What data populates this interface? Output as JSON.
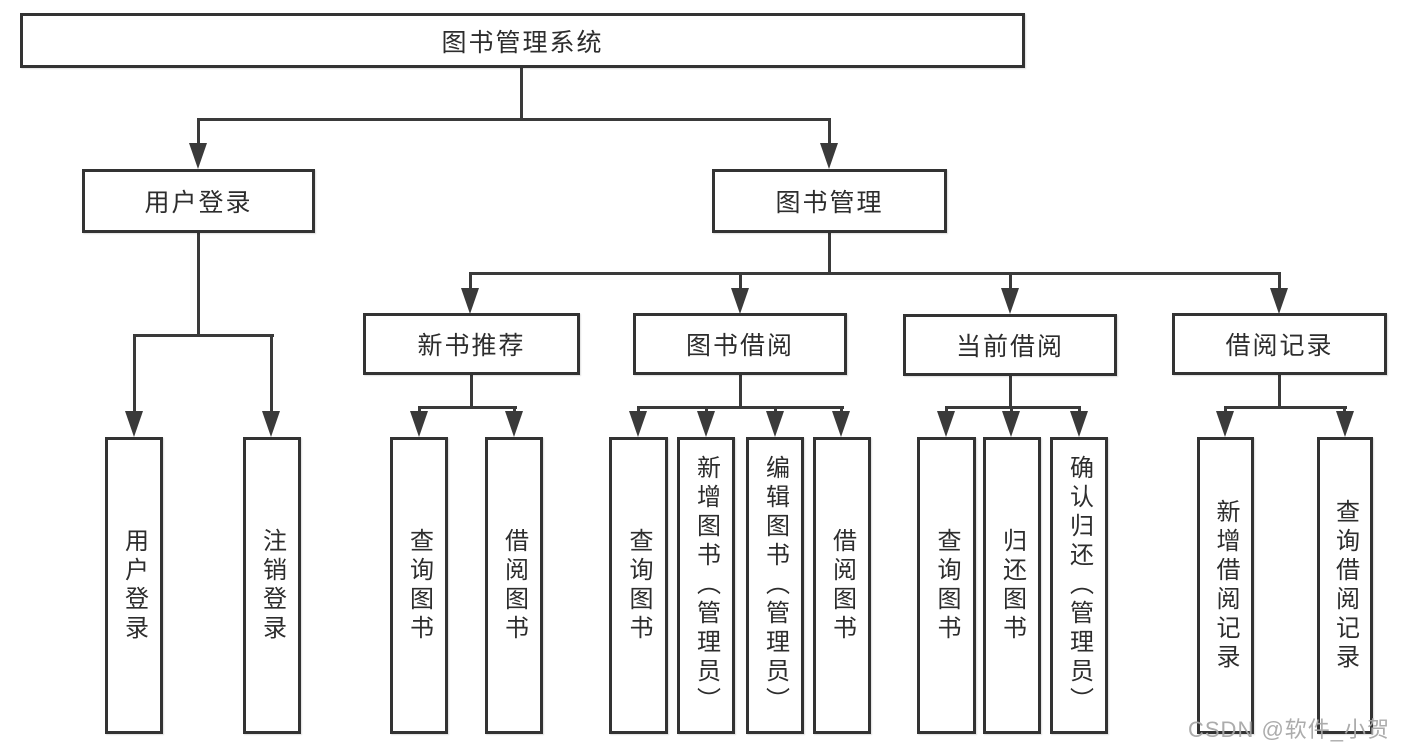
{
  "diagram": {
    "title": "图书管理系统",
    "type": "function-structure-tree",
    "colors": {
      "background": "#ffffff",
      "box_border": "#333333",
      "line": "#3a3a3a",
      "text": "#2d2d2d",
      "watermark": "#a8a8a8"
    },
    "root": {
      "label": "图书管理系统"
    },
    "level2": [
      {
        "label": "用户登录",
        "parent": "图书管理系统"
      },
      {
        "label": "图书管理",
        "parent": "图书管理系统"
      }
    ],
    "level3": [
      {
        "label": "新书推荐",
        "parent": "图书管理"
      },
      {
        "label": "图书借阅",
        "parent": "图书管理"
      },
      {
        "label": "当前借阅",
        "parent": "图书管理"
      },
      {
        "label": "借阅记录",
        "parent": "图书管理"
      }
    ],
    "level4": [
      {
        "label": "用户登录",
        "parent": "用户登录"
      },
      {
        "label": "注销登录",
        "parent": "用户登录"
      },
      {
        "label": "查询图书",
        "parent": "新书推荐"
      },
      {
        "label": "借阅图书",
        "parent": "新书推荐"
      },
      {
        "label": "查询图书",
        "parent": "图书借阅"
      },
      {
        "label": "新增图书（管理员）",
        "parent": "图书借阅"
      },
      {
        "label": "编辑图书（管理员）",
        "parent": "图书借阅"
      },
      {
        "label": "借阅图书",
        "parent": "图书借阅"
      },
      {
        "label": "查询图书",
        "parent": "当前借阅"
      },
      {
        "label": "归还图书",
        "parent": "当前借阅"
      },
      {
        "label": "确认归还（管理员）",
        "parent": "当前借阅"
      },
      {
        "label": "新增借阅记录",
        "parent": "借阅记录"
      },
      {
        "label": "查询借阅记录",
        "parent": "借阅记录"
      }
    ],
    "watermark": "CSDN @软件_小贺同学"
  }
}
